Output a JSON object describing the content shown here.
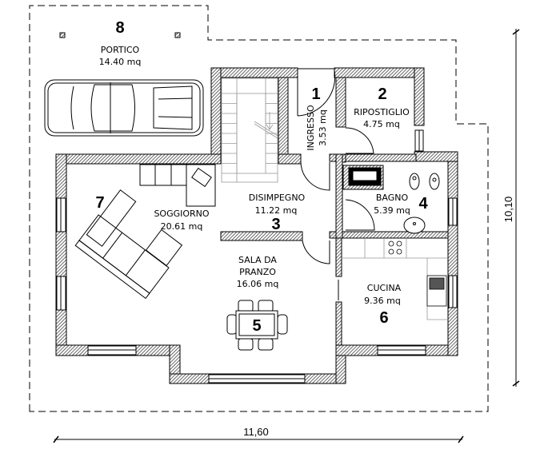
{
  "rooms": [
    {
      "number": "1",
      "name": "INGRESSO",
      "area": "3.53 mq"
    },
    {
      "number": "2",
      "name": "RIPOSTIGLIO",
      "area": "4.75 mq"
    },
    {
      "number": "3",
      "name": "DISIMPEGNO",
      "area": "11.22 mq"
    },
    {
      "number": "4",
      "name": "BAGNO",
      "area": "5.39 mq"
    },
    {
      "number": "5",
      "name_line1": "SALA DA",
      "name_line2": "PRANZO",
      "area": "16.06 mq"
    },
    {
      "number": "6",
      "name": "CUCINA",
      "area": "9.36 mq"
    },
    {
      "number": "7",
      "name": "SOGGIORNO",
      "area": "20.61 mq"
    },
    {
      "number": "8",
      "name": "PORTICO",
      "area": "14.40 mq"
    }
  ],
  "dimensions": {
    "width": "11,60",
    "height": "10,10"
  }
}
